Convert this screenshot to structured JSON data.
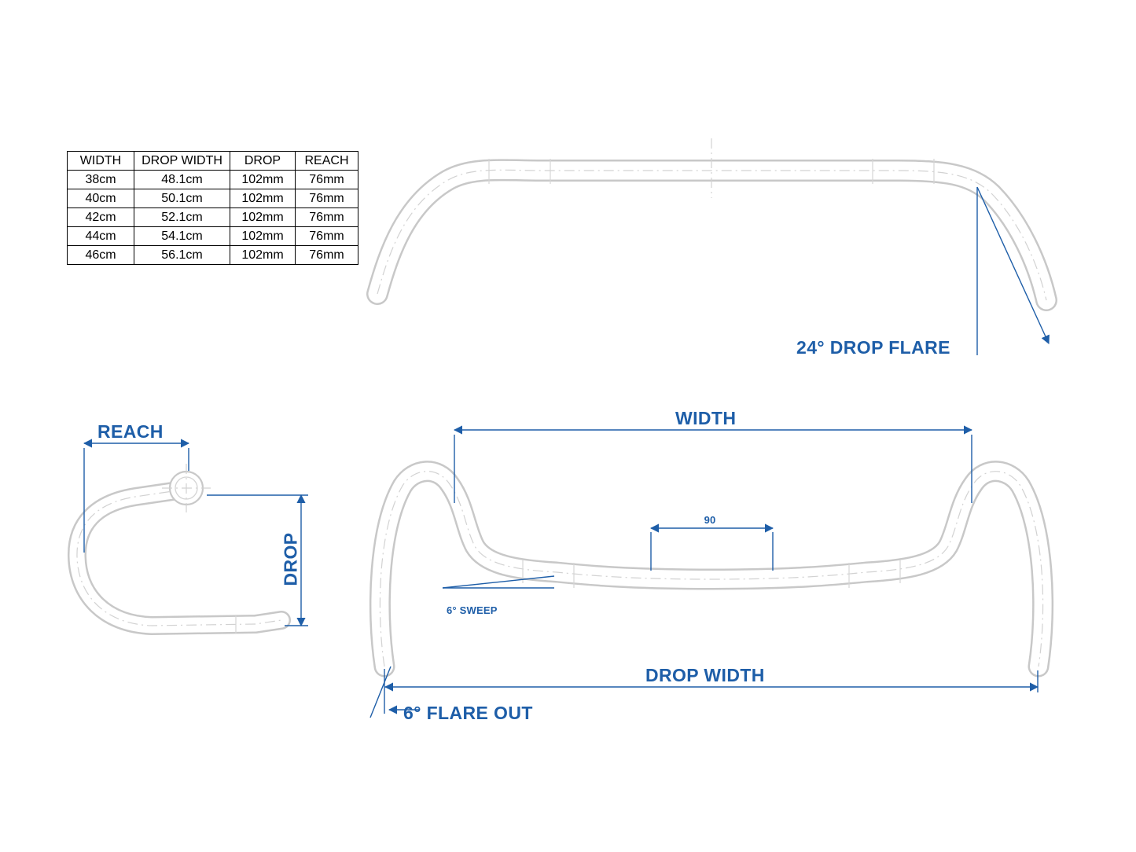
{
  "table": {
    "headers": [
      "WIDTH",
      "DROP WIDTH",
      "DROP",
      "REACH"
    ],
    "rows": [
      [
        "38cm",
        "48.1cm",
        "102mm",
        "76mm"
      ],
      [
        "40cm",
        "50.1cm",
        "102mm",
        "76mm"
      ],
      [
        "42cm",
        "52.1cm",
        "102mm",
        "76mm"
      ],
      [
        "44cm",
        "54.1cm",
        "102mm",
        "76mm"
      ],
      [
        "46cm",
        "56.1cm",
        "102mm",
        "76mm"
      ]
    ]
  },
  "annotations": {
    "drop_flare": "24° DROP FLARE",
    "reach": "REACH",
    "drop": "DROP",
    "width": "WIDTH",
    "center_clamp": "90",
    "sweep": "6° SWEEP",
    "drop_width": "DROP WIDTH",
    "flare_out": "6° FLARE OUT"
  },
  "colors": {
    "annotation_blue": "#1e5ea8",
    "drawing_gray": "#c8c8c8",
    "table_border": "#000000"
  }
}
